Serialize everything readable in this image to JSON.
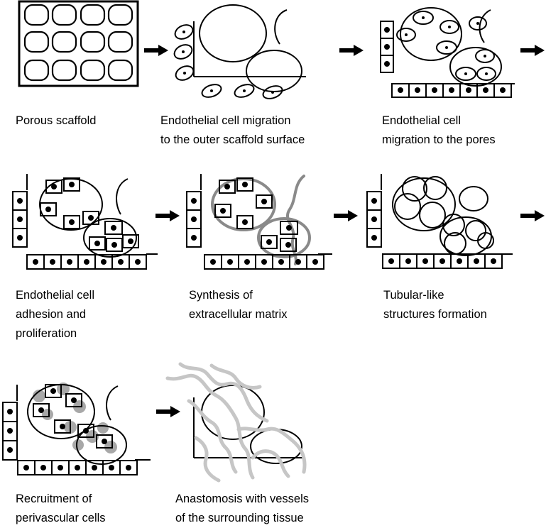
{
  "panels": [
    {
      "id": "porous-scaffold",
      "caption": [
        "Porous scaffold"
      ]
    },
    {
      "id": "outer-migration",
      "caption": [
        "Endothelial cell migration",
        "to the outer scaffold surface"
      ]
    },
    {
      "id": "pore-migration",
      "caption": [
        "Endothelial cell",
        "migration to the pores"
      ]
    },
    {
      "id": "adhesion",
      "caption": [
        "Endothelial cell",
        "adhesion and",
        "proliferation"
      ]
    },
    {
      "id": "ecm",
      "caption": [
        "Synthesis of",
        "extracellular matrix"
      ]
    },
    {
      "id": "tubular",
      "caption": [
        "Tubular-like",
        "structures formation"
      ]
    },
    {
      "id": "perivascular",
      "caption": [
        "Recruitment of",
        "perivascular cells"
      ]
    },
    {
      "id": "anastomosis",
      "caption": [
        "Anastomosis with vessels",
        "of the surrounding tissue"
      ]
    }
  ],
  "colors": {
    "line": "#000000",
    "matrix": "#8a8a8a",
    "perivascular": "#a8a8a8",
    "vessel": "#c6c6c6"
  }
}
